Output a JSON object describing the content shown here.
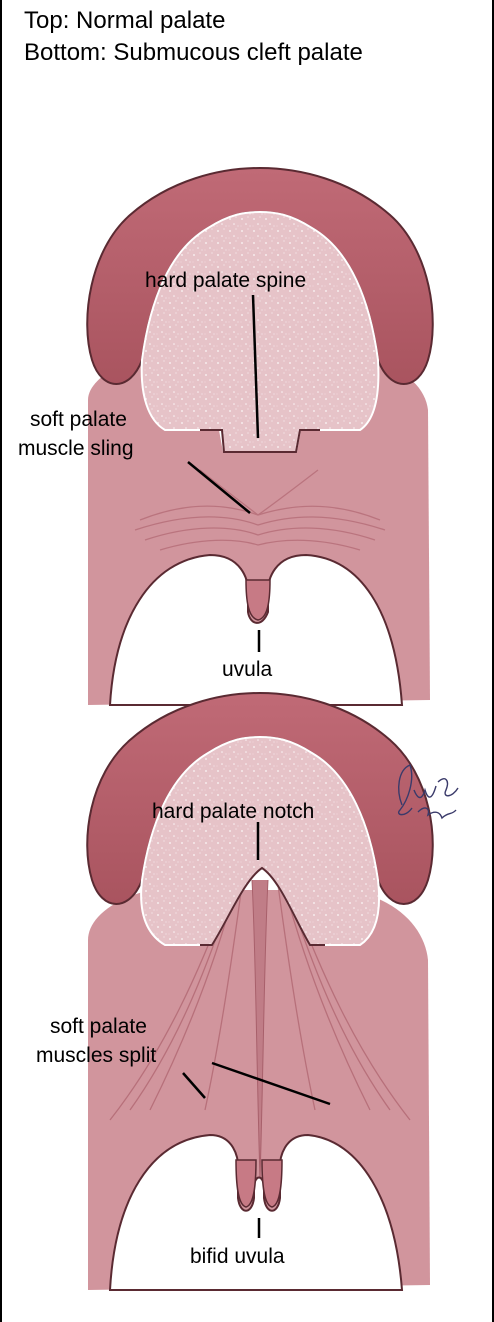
{
  "captions": {
    "top": "Top:  Normal palate",
    "bottom": "Bottom:  Submucous cleft palate"
  },
  "normal_palate": {
    "labels": {
      "spine": "hard palate spine",
      "sling_line1": "soft palate",
      "sling_line2": "muscle sling",
      "uvula": "uvula"
    }
  },
  "cleft_palate": {
    "labels": {
      "notch": "hard palate notch",
      "split_line1": "soft palate",
      "split_line2": "muscles split",
      "uvula": "bifid uvula"
    }
  },
  "signature": "artist-signature",
  "colors": {
    "gum_dark": "#8e4552",
    "gum_mid": "#b8656f",
    "gum_light": "#d98f98",
    "hard_palate": "#e3bcc1",
    "soft_palate": "#cf8f98",
    "throat": "#ffffff"
  }
}
